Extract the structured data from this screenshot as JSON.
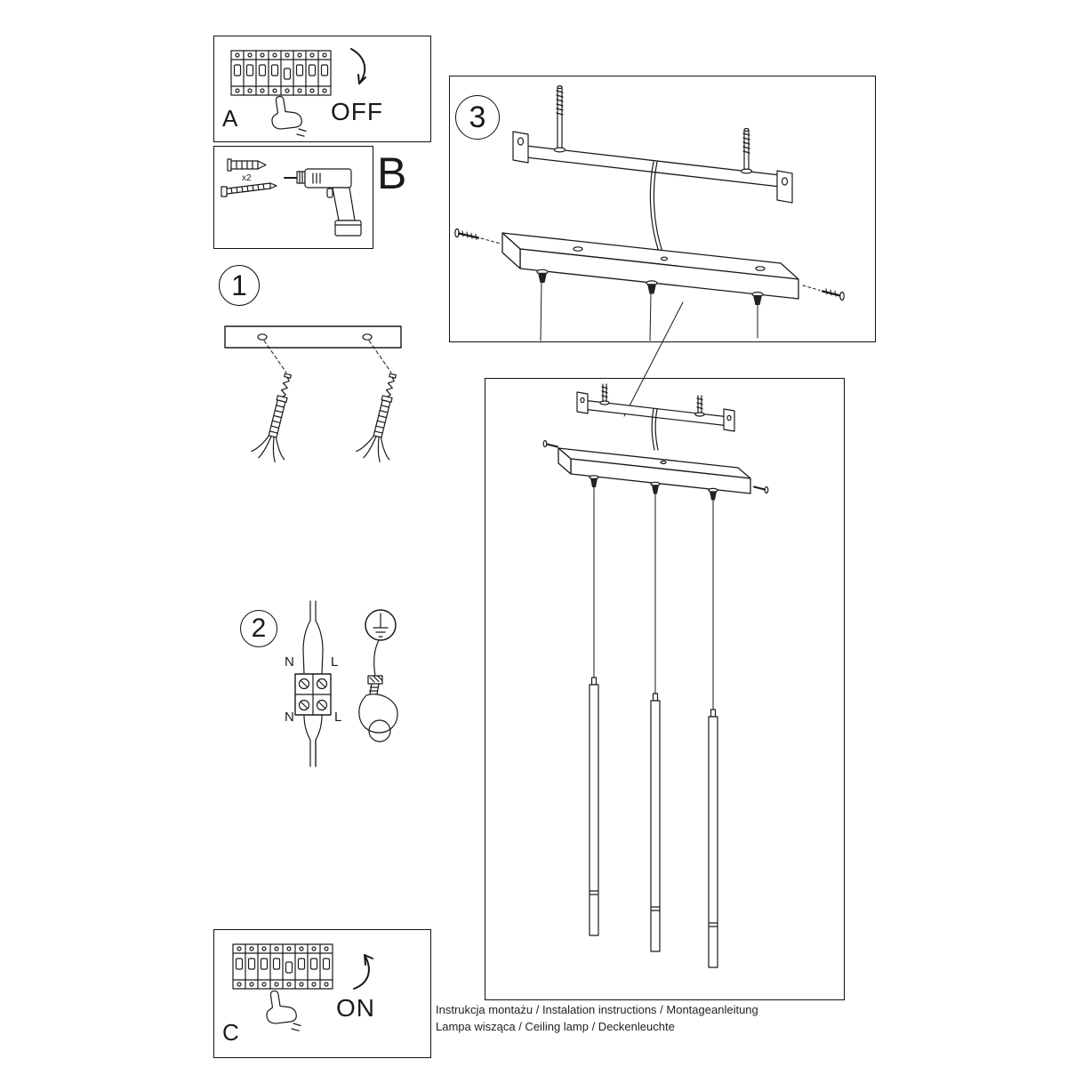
{
  "ink": "#1a1a1a",
  "steps": {
    "a": {
      "label": "A",
      "state": "OFF"
    },
    "b": {
      "label": "B",
      "qty": "x2"
    },
    "one": {
      "label": "1"
    },
    "two": {
      "label": "2",
      "wiring": {
        "n_top": "N",
        "l_top": "L",
        "n_bottom": "N",
        "l_bottom": "L"
      }
    },
    "three": {
      "label": "3"
    },
    "c": {
      "label": "C",
      "state": "ON"
    }
  },
  "footer": {
    "line1": "Instrukcja montażu / Instalation instructions / Montageanleitung",
    "line2": "Lampa wisząca / Ceiling lamp / Deckenleuchte"
  }
}
